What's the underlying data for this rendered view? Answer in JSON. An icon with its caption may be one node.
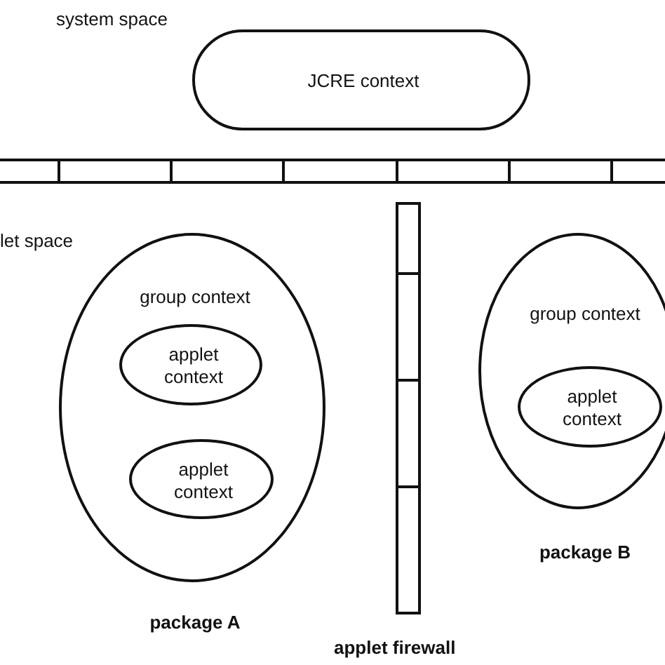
{
  "diagram": {
    "nodes": [
      {
        "text": [
          "JCRE context"
        ]
      },
      {
        "text": [
          "group context"
        ],
        "beside": [
          "package A"
        ]
      },
      {
        "text": [
          "applet context"
        ],
        "in": 1
      },
      {
        "text": [
          "applet context"
        ],
        "in": 1
      },
      {
        "text": [
          "group context"
        ],
        "beside": [
          "package B"
        ]
      },
      {
        "text": [
          "applet context"
        ],
        "in": 4
      }
    ],
    "labels": [
      "system space",
      "let space",
      "applet firewall"
    ]
  }
}
